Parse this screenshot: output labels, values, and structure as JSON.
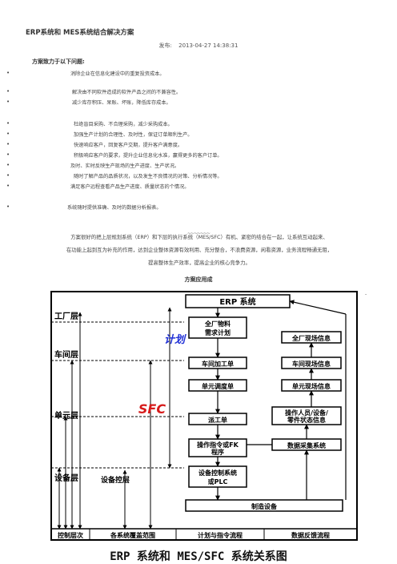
{
  "title": "ERP系统和 MES系统结合解决方案",
  "meta": {
    "label": "发布:",
    "date": "2013-04-27 14:38:31"
  },
  "section1": "方案致力于以下问题:",
  "bullets": [
    "消除企业在信息化建设中的重复投资成本。",
    "解决由不同软件造成的软件产品之间的不兼容性。",
    "减少库存积压、呆账、坏账，降低库存成本。",
    "杜绝盲目采购、不合理采购，减少采购成本。",
    "加强生产计划的合理性、及时性，保证订单顺利生产。",
    "快速响应客户，回复客户交期，提升客户满意度。",
    "积极响应客户的要求，提升企业信息化水准，赢得更多的客户订单。",
    "及时、实时反映生产现场的生产进度、生产状况。",
    "随时了解产品的品质状况，以及发生不良情况的对策、分析情况等。",
    "满足客户远程查看产品生产进度、质量状态的个情况。",
    "系统随时提供准确、及时的数据分析报表。"
  ],
  "separator": "~~~~~~~",
  "paragraph": [
    "方案很好的把上层规划系统（ERP）和下层的执行系统（MES/SFC）有机、紧密的结合在一起，让系统互动起来、",
    "在功能上起到互为补充的作用，达到企业整体资源有效利用、充分整合，不浪费资源，闲看资源，业务流程畅通无阻，",
    "提高整体生产效率，提高企业的核心竞争力。"
  ],
  "section2": "方案应用成",
  "diagram": {
    "top_box": "ERP 系统",
    "levels": [
      "工厂层",
      "车间层",
      "单元层",
      "设备层"
    ],
    "plan_label": "计划",
    "sfc_label": "SFC",
    "equipment_control": "设备控层",
    "plan_boxes": [
      "全厂物料\n需求计划",
      "车间加工单",
      "单元调度单",
      "派工单",
      "操作指令或FK\n程序",
      "设备控制系统\n或PLC"
    ],
    "feedback_boxes": [
      "全厂现场信息",
      "车间现场信息",
      "单元现场信息",
      "操作人员/设备/\n零件状态信息",
      "数据采集系统"
    ],
    "bottom_box": "制造设备",
    "footer": [
      "控制层次",
      "各系统覆盖范围",
      "计划与指令流程",
      "数据反馈流程"
    ],
    "caption": "ERP 系统和 MES/SFC 系统关系图",
    "plan_color": "#1f2fd6",
    "sfc_color": "#d61a1a"
  }
}
